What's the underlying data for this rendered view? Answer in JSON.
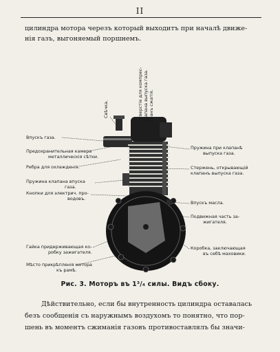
{
  "page": {
    "number": "II"
  },
  "paragraph_top": {
    "lines": [
      "цилиндра мотора черезъ который выходитъ при началѣ движе-",
      "нія газъ, выгоняемый поршнемъ."
    ]
  },
  "figure": {
    "labels_left": [
      [
        "Впускъ газа."
      ],
      [
        "Предохранительная камера",
        "металлическія сѣтки."
      ],
      [
        "Ребра для охлажденія."
      ],
      [
        "Пружина клапана впуска",
        "газа."
      ],
      [
        "Кнопки для электрич. про-",
        "водовъ."
      ],
      [
        "Гайка придерживающая ко-",
        "робку зажигателя."
      ],
      [
        "Мѣсто прикрѣпленія мотора",
        "къ рамѣ."
      ]
    ],
    "labels_right": [
      [
        "Пружина при клапанѣ",
        "выпуска газа."
      ],
      [
        "Стержень, открывающій",
        "клапанъ выпуска газа."
      ],
      [
        "Впускъ масла."
      ],
      [
        "Подвижная часть за-",
        "жигателя."
      ],
      [
        "Коробка, заключающая",
        "въ себѣ маховики."
      ]
    ],
    "labels_vertical": [
      [
        "Свѣчка."
      ],
      [
        "Отверстіе для компрес-",
        "клапана выпуска газа.",
        "Кранъ сжатія."
      ]
    ],
    "caption": "Рис. 3. Моторъ въ 1³/₄ силы. Видъ сбоку."
  },
  "paragraph_bottom": {
    "lines": [
      "Дѣйствительно, если бы внутренность цилиндра оставалась",
      "безъ сообщенія съ наружнымъ воздухомъ то понятно, что пор-",
      "шень въ моментъ сжиманія газовъ противоставлялъ бы значи-"
    ]
  }
}
